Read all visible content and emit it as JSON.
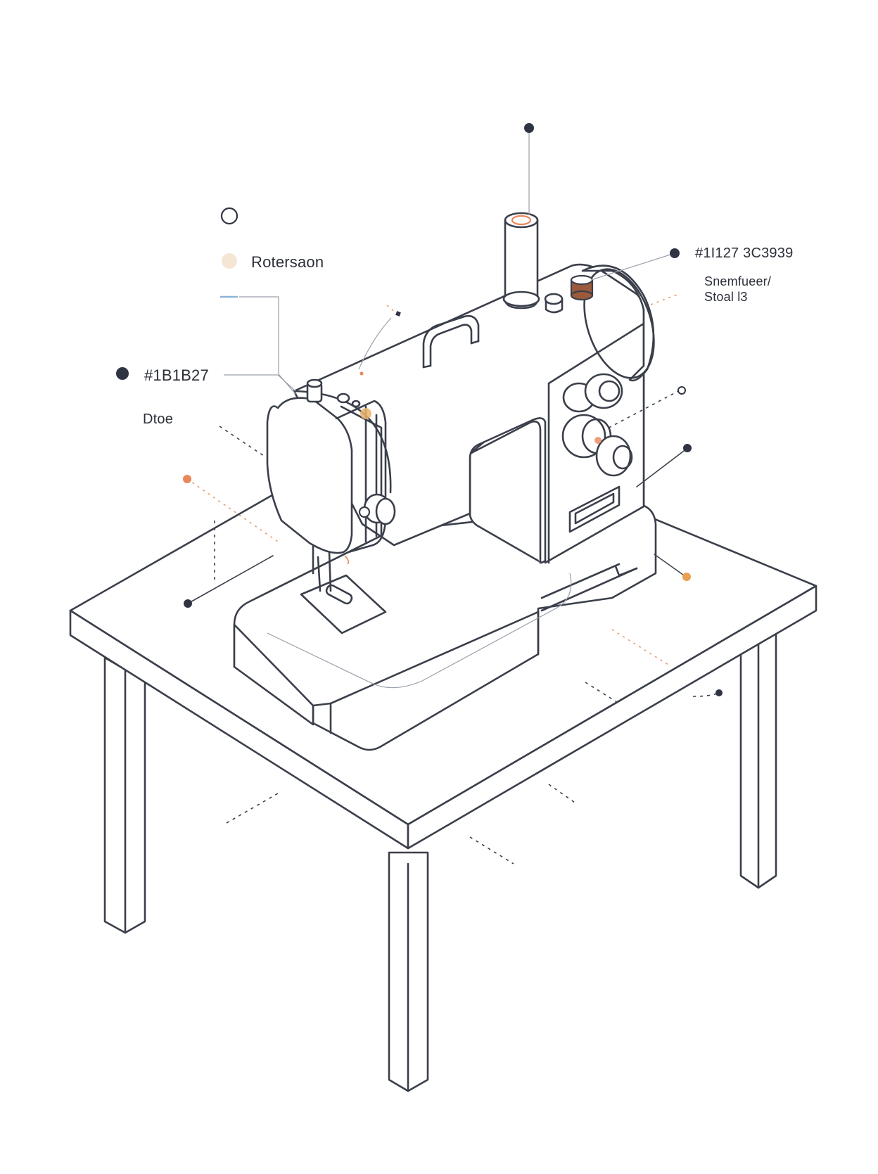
{
  "labels": {
    "robertson": "Rotersaon",
    "hex_left": "#1B1B27",
    "dtoe": "Dtoe",
    "hex_right": "#1I127 3C3939",
    "note_line1": "Snemfueer/",
    "note_line2": "Stoal l3"
  },
  "colors": {
    "ink": "#3a3f4a",
    "dot_dark": "#2f3442",
    "accent_orange": "#e8875a",
    "accent_peach": "#f5e6d3",
    "accent_amber": "#e9b36a",
    "accent_blue": "#8fb3d9",
    "spool_brown": "#9c5a3c"
  }
}
